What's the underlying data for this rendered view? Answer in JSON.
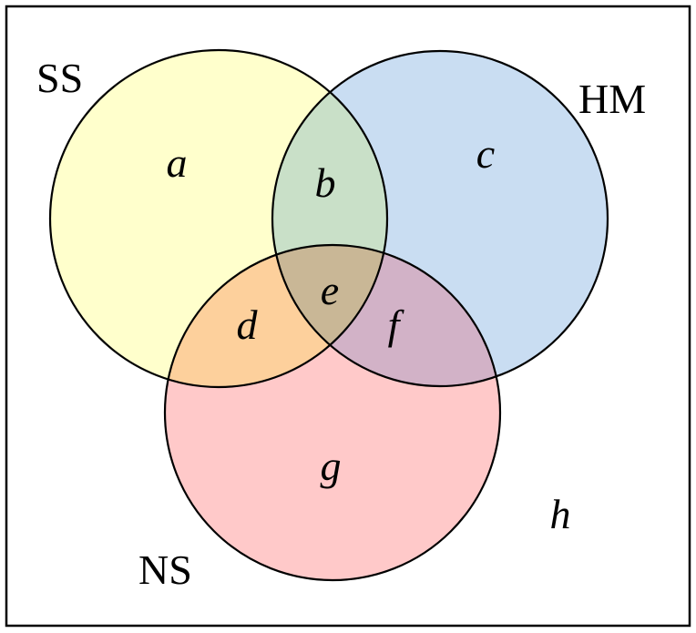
{
  "sets": [
    {
      "key": "ss",
      "label": "SS",
      "color": "#ffffcc"
    },
    {
      "key": "hm",
      "label": "HM",
      "color": "#c9ddf2"
    },
    {
      "key": "ns",
      "label": "NS",
      "color": "#ffc9c9"
    }
  ],
  "regions": {
    "ss_only": "a",
    "ss_hm": "b",
    "hm_only": "c",
    "ss_ns": "d",
    "all_three": "e",
    "hm_ns": "f",
    "ns_only": "g",
    "outside": "h"
  },
  "colors": {
    "ss_hm": "#c9e0c8",
    "ss_ns": "#fdd09c",
    "hm_ns": "#d2b2c7",
    "all_three": "#c9b796",
    "border": "#000000",
    "background": "#ffffff"
  }
}
